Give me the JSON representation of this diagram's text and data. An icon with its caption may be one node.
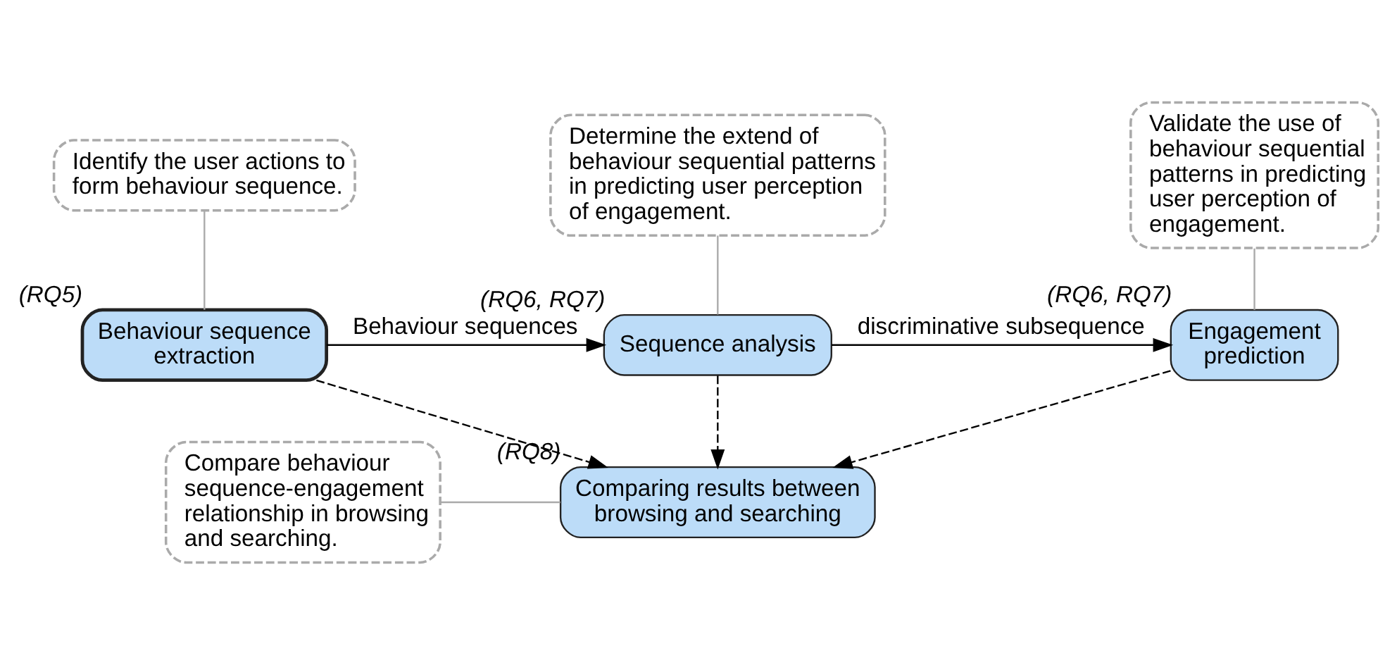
{
  "diagram": {
    "nodes": [
      {
        "text": [
          "Identify the user actions to form behaviour sequence."
        ]
      },
      {
        "text": [
          "Determine the extend of behaviour sequential patterns in predicting user perception of engagement."
        ]
      },
      {
        "text": [
          "Validate the use of behaviour sequential patterns in predicting user perception of engagement."
        ]
      },
      {
        "text": [
          "Behaviour sequence extraction"
        ],
        "beside": [
          "(RQ5)"
        ]
      },
      {
        "text": [
          "Sequence analysis"
        ],
        "beside": [
          "(RQ6, RQ7)"
        ]
      },
      {
        "text": [
          "Engagement prediction"
        ],
        "beside": [
          "(RQ6, RQ7)"
        ]
      },
      {
        "text": [
          "Compare behaviour sequence-engagement relationship in browsing and searching."
        ]
      },
      {
        "text": [
          "Comparing results between browsing and searching"
        ],
        "beside": [
          "(RQ8)"
        ]
      }
    ],
    "edges": [
      {
        "from": 0,
        "to": 3,
        "arrow": "none",
        "color": "#aaaaaa"
      },
      {
        "from": 1,
        "to": 4,
        "arrow": "none",
        "color": "#aaaaaa"
      },
      {
        "from": 2,
        "to": 5,
        "arrow": "none",
        "color": "#aaaaaa"
      },
      {
        "from": 3,
        "to": 4,
        "arrow": "to",
        "label": "Behaviour sequences"
      },
      {
        "from": 4,
        "to": 5,
        "arrow": "to",
        "label": "discriminative subsequence"
      },
      {
        "from": 3,
        "to": 7,
        "arrow": "to",
        "style": "dashed"
      },
      {
        "from": 4,
        "to": 7,
        "arrow": "to",
        "style": "dashed"
      },
      {
        "from": 5,
        "to": 7,
        "arrow": "to",
        "style": "dashed"
      },
      {
        "from": 6,
        "to": 7,
        "arrow": "none",
        "color": "#aaaaaa"
      }
    ]
  }
}
